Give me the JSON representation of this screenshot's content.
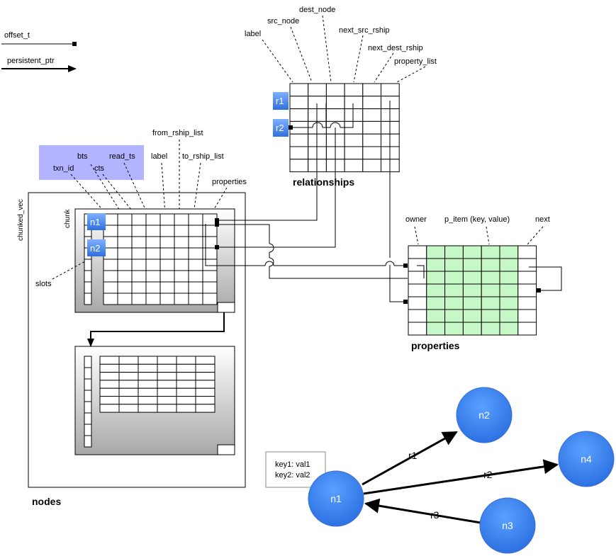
{
  "legend": {
    "offset_label": "offset_t",
    "pointer_label": "persistent_ptr"
  },
  "relationships": {
    "title": "relationships",
    "fields": [
      "label",
      "src_node",
      "dest_node",
      "next_src_rship",
      "next_dest_rship",
      "property_list"
    ],
    "rows": [
      "r1",
      "r2"
    ]
  },
  "nodes": {
    "title": "nodes",
    "container_label": "chunked_vec",
    "chunk_label": "chunk",
    "slots_label": "slots",
    "header_fields": [
      "txn_id",
      "bts",
      "cts",
      "read_ts"
    ],
    "fields": [
      "label",
      "from_rship_list",
      "to_rship_list",
      "properties"
    ],
    "rows": [
      "n1",
      "n2"
    ],
    "colors": {
      "header_box": "#b3b3ff",
      "tag": "#3d7fe8"
    }
  },
  "properties": {
    "title": "properties",
    "fields": [
      "owner",
      "p_item (key, value)",
      "next"
    ],
    "colors": {
      "item_cells": "#c6f7c6"
    }
  },
  "graph": {
    "nodes": [
      "n1",
      "n2",
      "n3",
      "n4"
    ],
    "edges": [
      {
        "label": "r1",
        "from": "n1",
        "to": "n2"
      },
      {
        "label": "r2",
        "from": "n1",
        "to": "n4"
      },
      {
        "label": "r3",
        "from": "n3",
        "to": "n1"
      }
    ],
    "property_box": [
      "key1: val1",
      "key2: val2"
    ],
    "colors": {
      "node_fill": "#4a8ef0"
    }
  }
}
